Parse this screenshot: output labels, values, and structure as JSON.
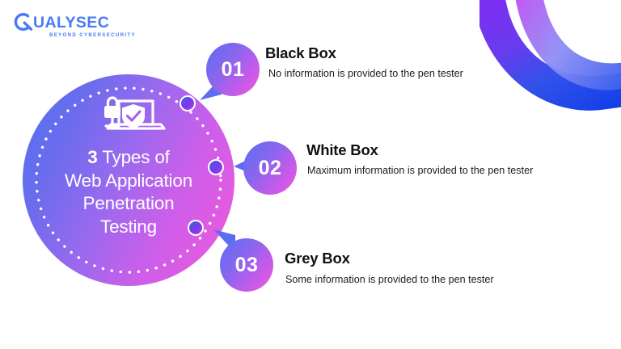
{
  "brand": {
    "name": "QUALYSEC",
    "tagline": "BEYOND CYBERSECURITY",
    "logo_icon": "qualysec-q-mark-icon",
    "color": "#4a79f5"
  },
  "hero": {
    "title_number": "3",
    "title_rest": " Types of",
    "title_line2": "Web Application",
    "title_line3": "Penetration",
    "title_line4": "Testing",
    "icon": "laptop-lock-shield-icon",
    "gradient_from": "#4e72f2",
    "gradient_to": "#ef58d8"
  },
  "decoration": {
    "ribbon_icon": "curved-ribbon-decoration",
    "ribbon_from": "#8b2ef0",
    "ribbon_to": "#1440e8",
    "dotted_ring_icon": "dotted-ring-decoration"
  },
  "items": [
    {
      "number": "01",
      "heading": "Black Box",
      "description": "No information is provided to the pen tester",
      "tail_icon": "bubble-tail-down-left-icon",
      "node_icon": "connector-node-icon"
    },
    {
      "number": "02",
      "heading": "White Box",
      "description": "Maximum information is provided to the pen tester",
      "tail_icon": "bubble-tail-left-icon",
      "node_icon": "connector-node-icon"
    },
    {
      "number": "03",
      "heading": "Grey Box",
      "description": "Some information is provided to the pen tester",
      "tail_icon": "bubble-tail-up-left-icon",
      "node_icon": "connector-node-icon"
    }
  ]
}
